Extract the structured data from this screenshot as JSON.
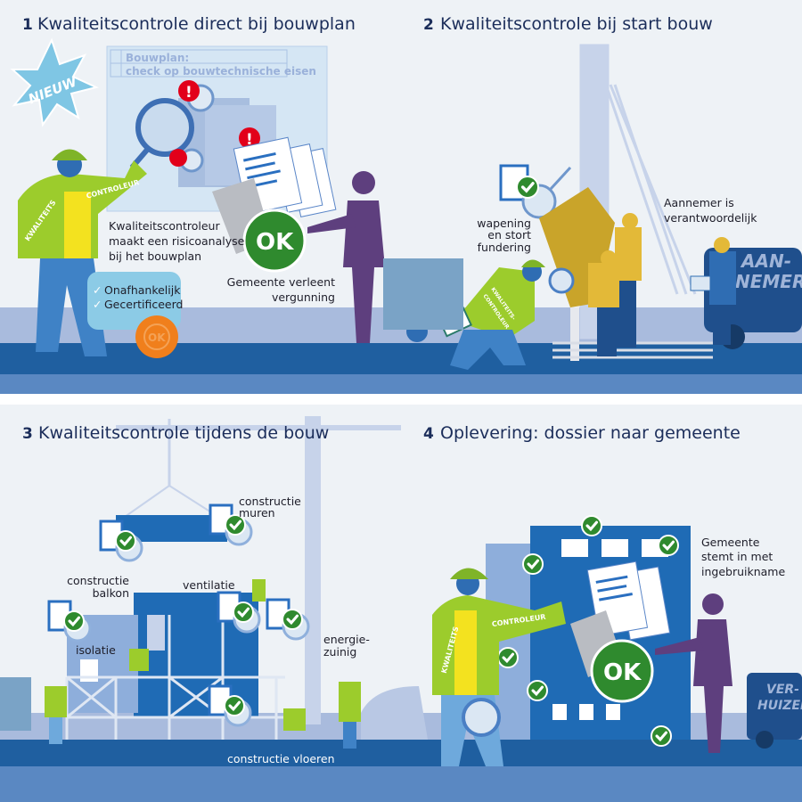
{
  "panels": [
    {
      "number": "1",
      "title": "Kwaliteitscontrole direct bij bouwplan",
      "badge": "NIEUW",
      "plan_lines": [
        "Bouwplan:",
        "check op bouwtechnische eisen"
      ],
      "controleur_caption": [
        "Kwaliteitscontroleur",
        "maakt een risicoanalyse",
        "bij het bouwplan"
      ],
      "credentials": [
        "Onafhankelijk",
        "Gecertificeerd"
      ],
      "seal": "OK",
      "ok_stamp": "OK",
      "gemeente_caption": [
        "Gemeente verleent",
        "vergunning"
      ],
      "vest_text": [
        "KWALITEITS",
        "CONTROLEUR"
      ]
    },
    {
      "number": "2",
      "title": "Kwaliteitscontrole bij start bouw",
      "check_caption": [
        "wapening",
        "en stort",
        "fundering"
      ],
      "aannemer_caption": [
        "Aannemer is",
        "verantwoordelijk"
      ],
      "van_text": [
        "AAN-",
        "NEMER"
      ],
      "vest_text": [
        "KWALITEITS-",
        "CONTROLEUR"
      ]
    },
    {
      "number": "3",
      "title": "Kwaliteitscontrole tijdens de bouw",
      "checks": {
        "muren": [
          "constructie",
          "muren"
        ],
        "balkon": [
          "constructie",
          "balkon"
        ],
        "ventilatie": "ventilatie",
        "isolatie": "isolatie",
        "energie": [
          "energie-",
          "zuinig"
        ],
        "vloeren": "constructie vloeren"
      }
    },
    {
      "number": "4",
      "title": "Oplevering: dossier naar gemeente",
      "gemeente_caption": [
        "Gemeente",
        "stemt in met",
        "ingebruikname"
      ],
      "ok_stamp": "OK",
      "truck_text": [
        "VER-",
        "HUIZEN"
      ],
      "vest_text": [
        "KWALITEITS",
        "CONTROLEUR"
      ]
    }
  ],
  "colors": {
    "navy": "#1b2d5a",
    "road": "#1f5fa0",
    "green": "#2f8a2e",
    "vest": "#9ccc2c",
    "alert": "#e2001a",
    "purple": "#5e3f7e"
  }
}
